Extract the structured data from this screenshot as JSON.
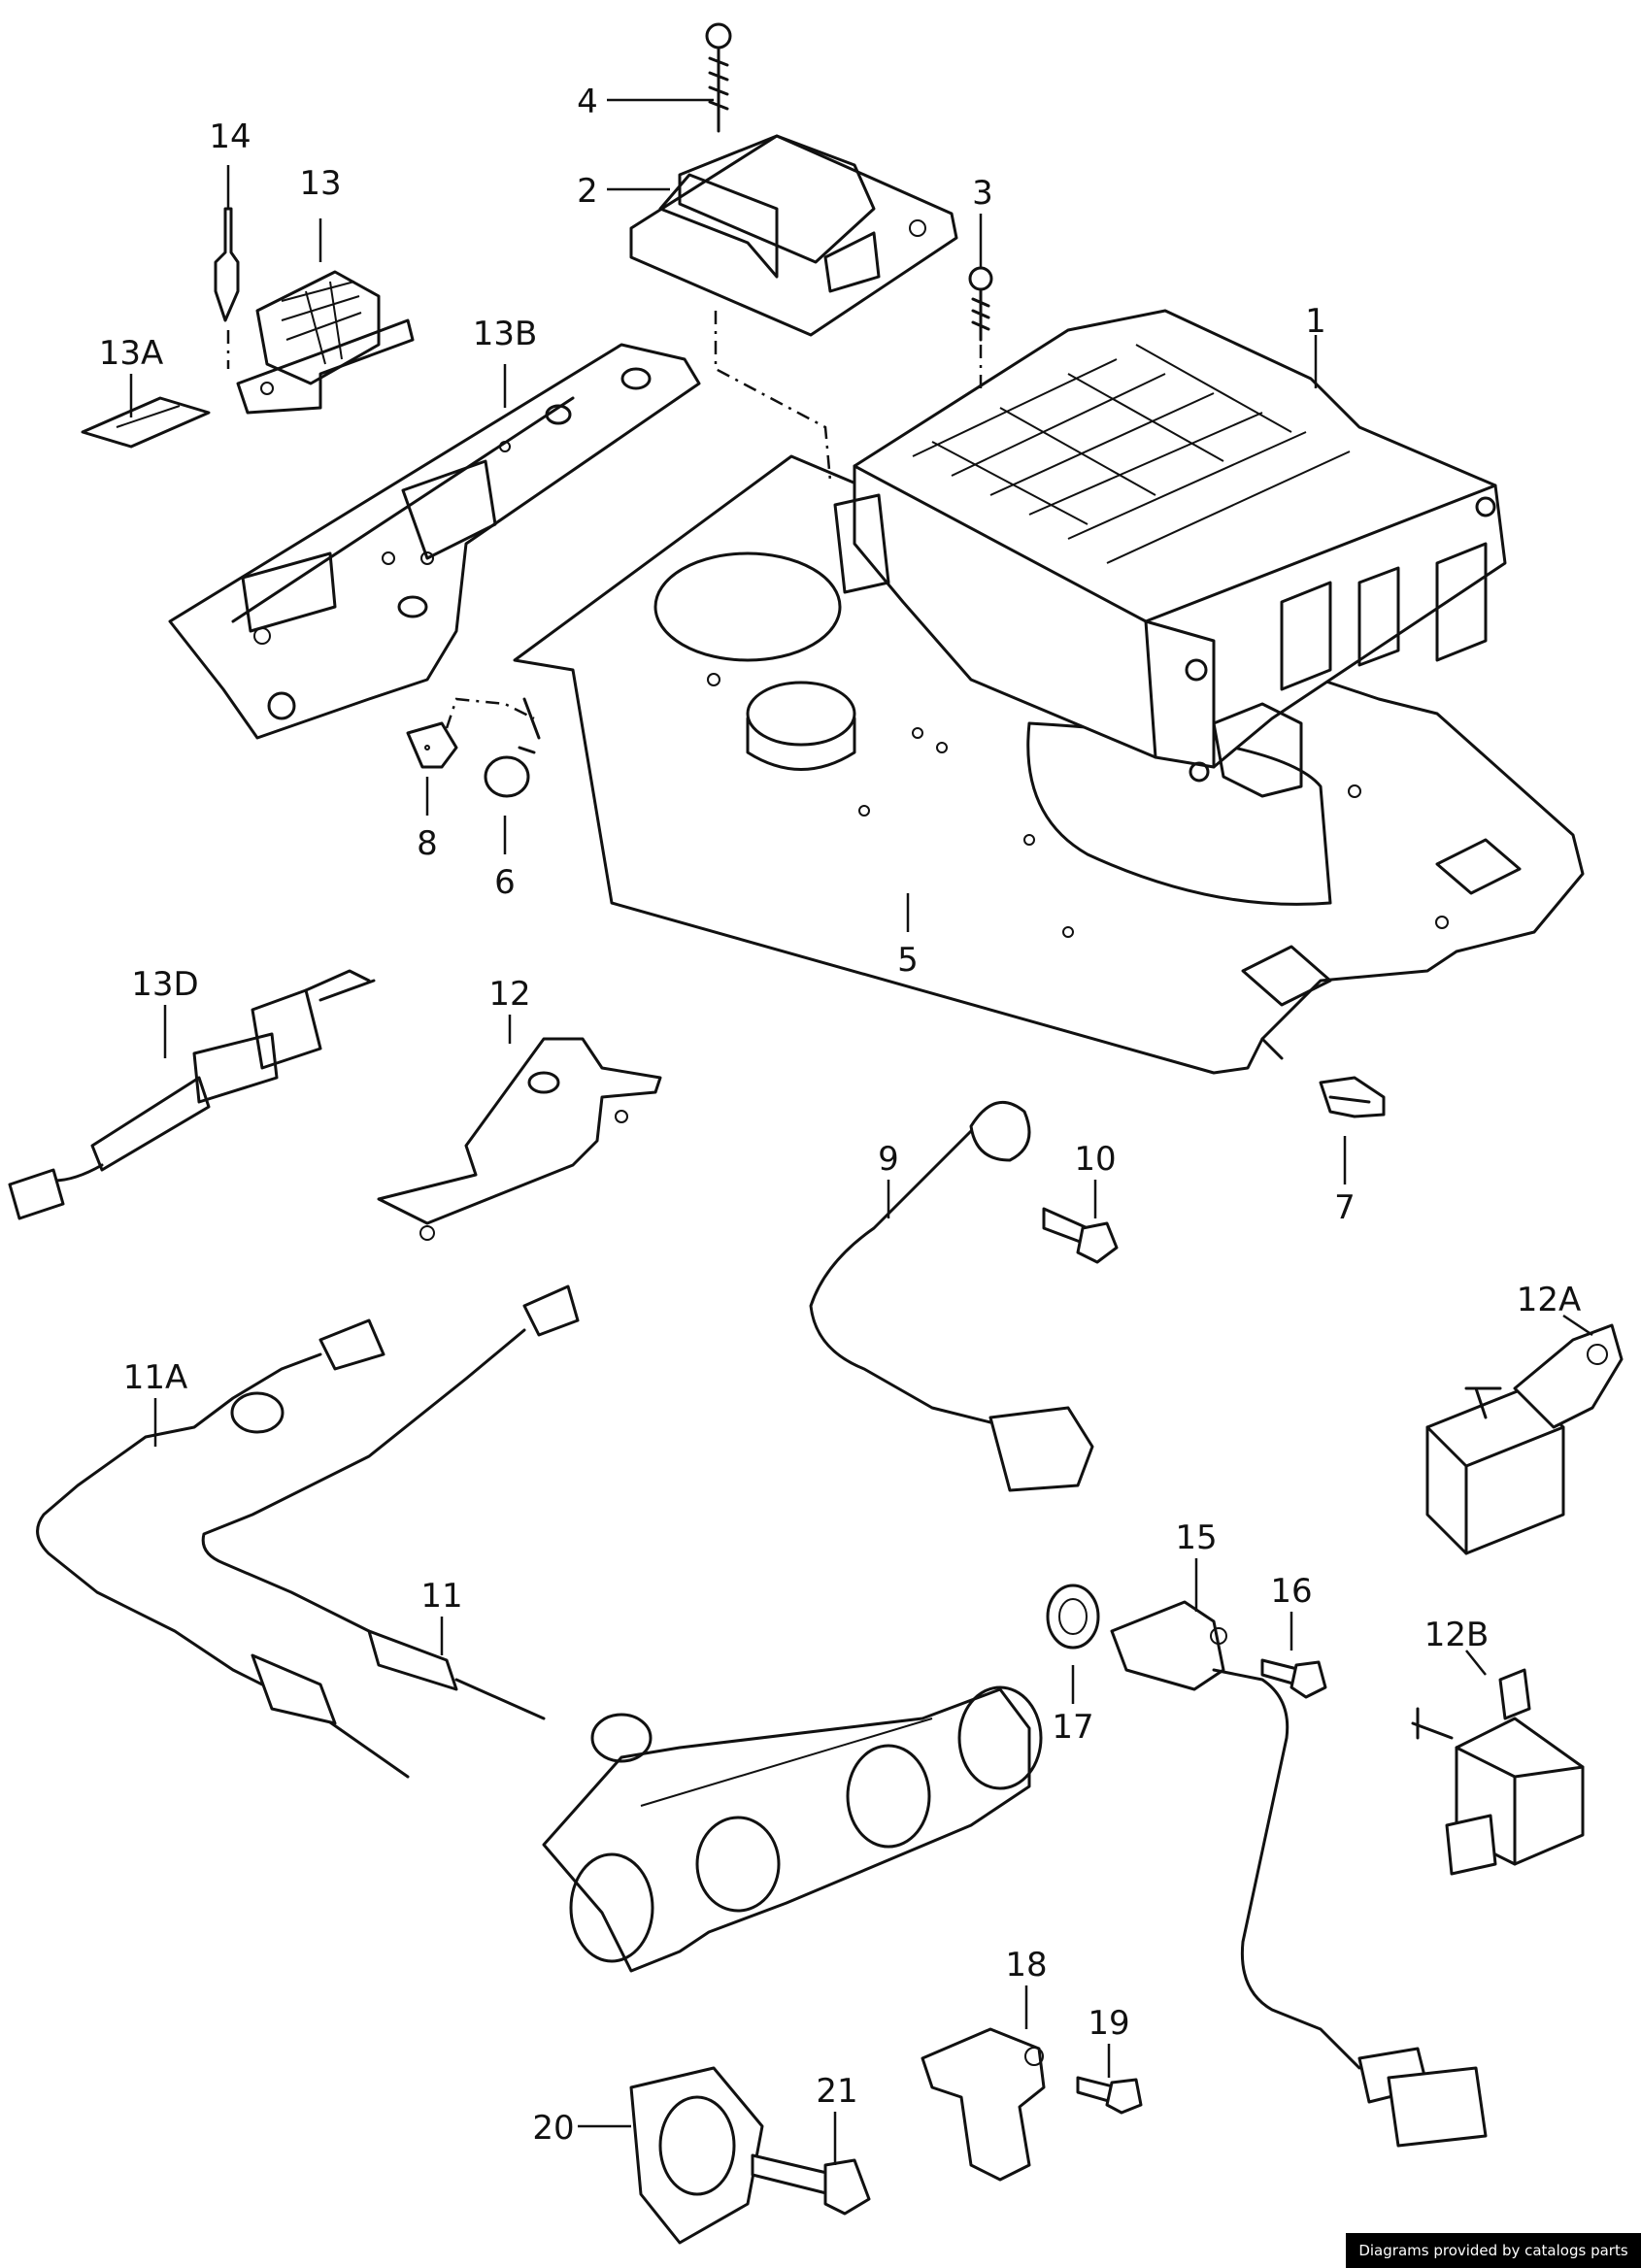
{
  "callouts": {
    "c1": "1",
    "c2": "2",
    "c3": "3",
    "c4": "4",
    "c5": "5",
    "c6": "6",
    "c7": "7",
    "c8": "8",
    "c9": "9",
    "c10": "10",
    "c11": "11",
    "c11a": "11A",
    "c12": "12",
    "c12a": "12A",
    "c12b": "12B",
    "c13": "13",
    "c13a": "13A",
    "c13b": "13B",
    "c13d": "13D",
    "c14": "14",
    "c15": "15",
    "c16": "16",
    "c17": "17",
    "c18": "18",
    "c19": "19",
    "c20": "20",
    "c21": "21"
  },
  "footer": {
    "credit": "Diagrams provided by catalogs parts"
  }
}
